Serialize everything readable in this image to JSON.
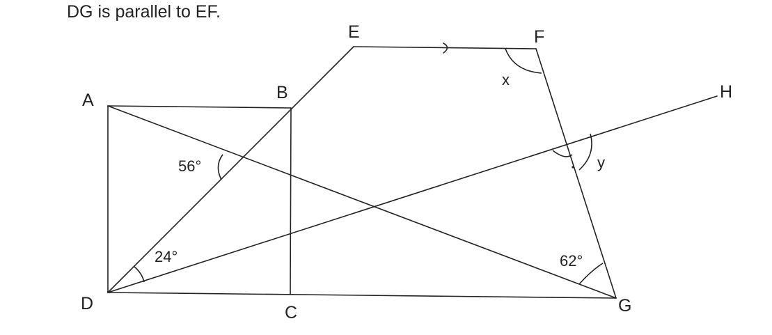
{
  "caption": "DG is parallel to EF.",
  "points": {
    "A": "A",
    "B": "B",
    "C": "C",
    "D": "D",
    "E": "E",
    "F": "F",
    "G": "G",
    "H": "H"
  },
  "angles": {
    "at_b_diag": "56°",
    "at_d": "24°",
    "at_g": "62°",
    "at_f": "x",
    "at_h_line": "y"
  },
  "colors": {
    "ink": "#222222",
    "background": "#ffffff"
  }
}
